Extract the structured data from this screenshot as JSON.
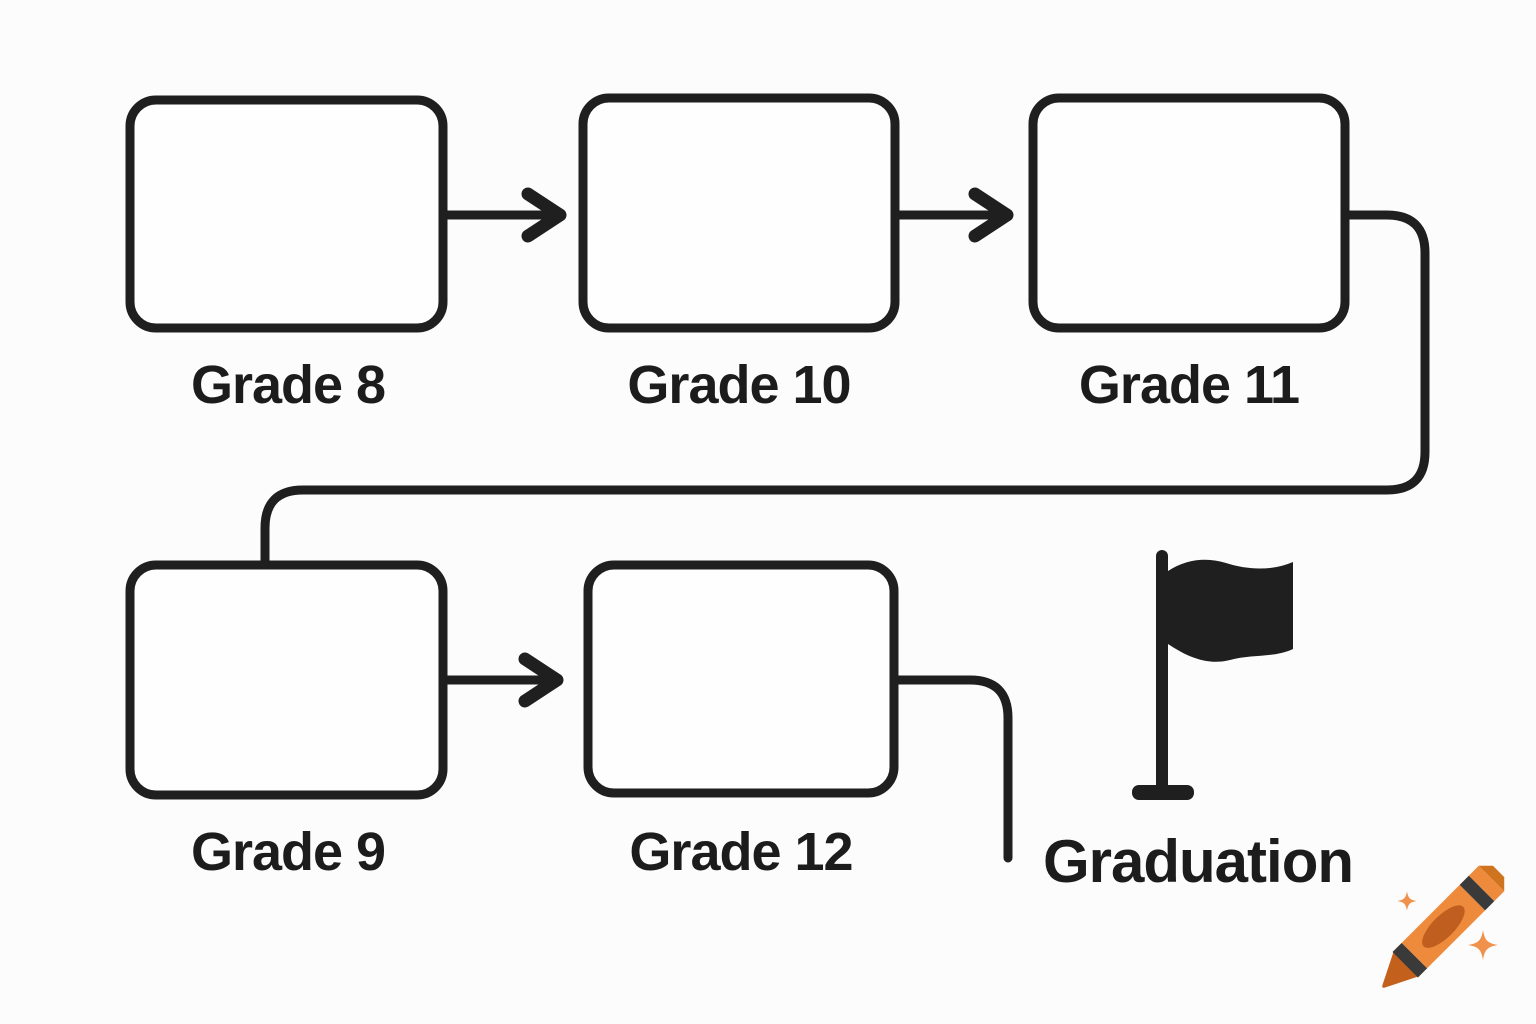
{
  "diagram": {
    "nodes": [
      {
        "id": "grade-8",
        "label": "Grade 8"
      },
      {
        "id": "grade-10",
        "label": "Grade 10"
      },
      {
        "id": "grade-11",
        "label": "Grade 11"
      },
      {
        "id": "grade-9",
        "label": "Grade 9"
      },
      {
        "id": "grade-12",
        "label": "Grade 12"
      },
      {
        "id": "graduation",
        "label": "Graduation",
        "icon": "flag-icon"
      }
    ],
    "edges": [
      {
        "from": "Grade 8",
        "to": "Grade 10",
        "style": "arrow"
      },
      {
        "from": "Grade 10",
        "to": "Grade 11",
        "style": "arrow"
      },
      {
        "from": "Grade 11",
        "to": "Grade 9",
        "style": "elbow-connector"
      },
      {
        "from": "Grade 9",
        "to": "Grade 12",
        "style": "arrow"
      },
      {
        "from": "Grade 12",
        "to": "Graduation",
        "style": "elbow-connector"
      }
    ],
    "colors": {
      "background": "#fcfcfc",
      "stroke": "#1f1f1f",
      "text": "#1c1c1c",
      "box_fill": "#fefefe"
    }
  },
  "watermark": {
    "icon": "crayon-icon",
    "colors": {
      "crayon_body": "#ee8a3c",
      "crayon_oval": "#bf5e1e",
      "crayon_tip": "#c2601c",
      "crayon_end": "#d0731f",
      "crayon_stripe": "#3a3a3a",
      "sparkle": "#f0924c"
    }
  }
}
